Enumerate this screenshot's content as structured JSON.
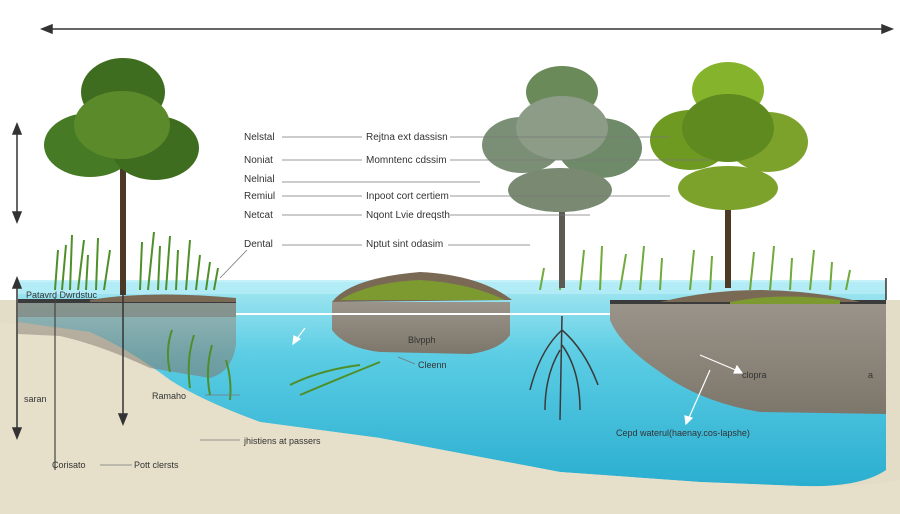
{
  "colors": {
    "sky": "#ffffff",
    "water_light": "#8fe0ee",
    "water_deep": "#2fb9d6",
    "soil": "#e3dcc6",
    "soil_bank": "#8a8476",
    "mound": "#7a6a55",
    "grass": "#4f8f2a",
    "moss": "#7c9a2f",
    "tree_dark": "#3f6d1f",
    "tree_faded": "#6f8a68",
    "tree_bright": "#7da22c",
    "leader": "#555555"
  },
  "left_labels": [
    "Nelstal",
    "Noniat",
    "Nelnial",
    "Remiul",
    "Netcat",
    "Dental"
  ],
  "right_labels": [
    "Rejtna ext dassisn",
    "Momntenc cdssim",
    "Inpoot cort certiem",
    "Nqont Lvie dreqsth",
    "Nptut sint odasim"
  ],
  "bank_label": "Patavrd Dwrdstuc",
  "middle_island_label": "Blvpph",
  "cleenn_label": "Cleenn",
  "right_bank_label": "clopra",
  "right_bank_mark": "a",
  "water_label": "Cepd waterul(haenay.cos-lapshe)",
  "remaho_label": "Ramaho",
  "passers_label": "jhistiens at passers",
  "saran_label": "saran",
  "corisato_label": "Corisato",
  "pott_label": "Pott clersts"
}
